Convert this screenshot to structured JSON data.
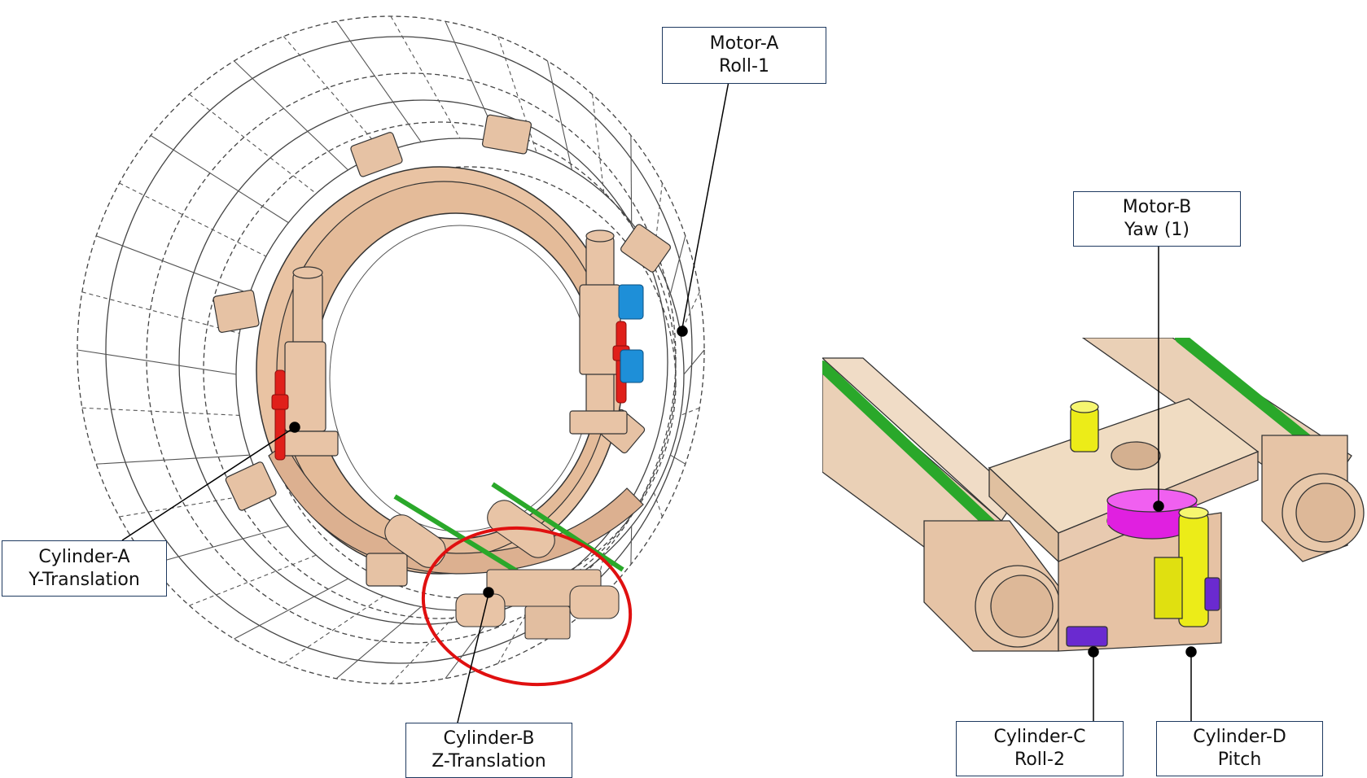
{
  "labels": {
    "motor_a": {
      "line1": "Motor-A",
      "line2": "Roll-1"
    },
    "motor_b": {
      "line1": "Motor-B",
      "line2": "Yaw (1)"
    },
    "cylinder_a": {
      "line1": "Cylinder-A",
      "line2": "Y-Translation"
    },
    "cylinder_b": {
      "line1": "Cylinder-B",
      "line2": "Z-Translation"
    },
    "cylinder_c": {
      "line1": "Cylinder-C",
      "line2": "Roll-2"
    },
    "cylinder_d": {
      "line1": "Cylinder-D",
      "line2": "Pitch"
    }
  },
  "colors": {
    "ring": "#e9c3a3",
    "ring_dark": "#c9a085",
    "frame_stroke": "#333333",
    "red_cylinder": "#e0201a",
    "blue_motor": "#1e8fd8",
    "green_rod": "#2aa82a",
    "magenta_motor": "#e020e0",
    "yellow_cylinder": "#ecec18",
    "purple_block": "#6a2ad0",
    "highlight_circle": "#e01010",
    "label_border": "#1f3a60"
  }
}
